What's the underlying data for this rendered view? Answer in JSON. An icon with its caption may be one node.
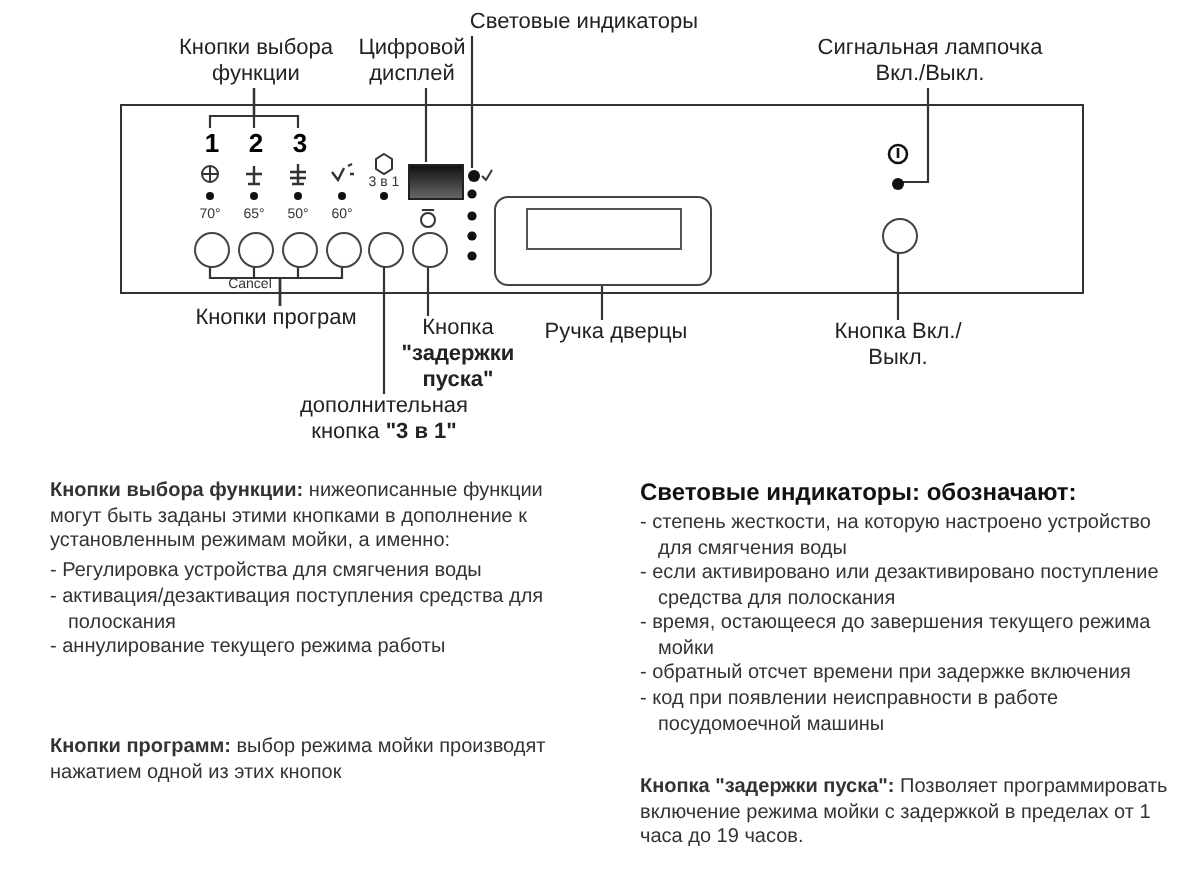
{
  "diagram": {
    "nodes": [
      {
        "text": [],
        "shape": "box"
      },
      {
        "text": [
          "Кнопки выбора функции"
        ]
      },
      {
        "text": [
          "Цифровой дисплей"
        ]
      },
      {
        "text": [
          "Световые индикаторы"
        ]
      },
      {
        "text": [
          "Сигнальная лампочка Вкл./Выкл."
        ]
      },
      {
        "text": [
          "1"
        ],
        "in": 0
      },
      {
        "text": [
          "2"
        ],
        "in": 0
      },
      {
        "text": [
          "3"
        ],
        "in": 0
      },
      {
        "text": [],
        "shape": "box",
        "in": 0
      },
      {
        "text": [],
        "shape": "circle",
        "in": 0
      },
      {
        "text": [],
        "shape": "circle",
        "in": 0
      },
      {
        "text": [],
        "shape": "box",
        "in": 0
      },
      {
        "text": [],
        "shape": "circle",
        "in": 0
      },
      {
        "text": [],
        "shape": "circle",
        "in": 0
      },
      {
        "text": [],
        "shape": "circle",
        "in": 0
      },
      {
        "text": [],
        "shape": "circle",
        "in": 0
      },
      {
        "text": [],
        "shape": "circle",
        "in": 0
      },
      {
        "text": [],
        "shape": "circle",
        "in": 0
      },
      {
        "text": [],
        "shape": "circle",
        "in": 0
      },
      {
        "text": [
          "Кнопки програм"
        ]
      },
      {
        "text": [
          "Кнопка **\"задержки пуска\"**"
        ]
      },
      {
        "text": [
          "Ручка дверцы"
        ]
      },
      {
        "text": [
          "дополнительная кнопка **\"3 в 1\"**"
        ]
      },
      {
        "text": [
          "Кнопка Вкл./Выкл."
        ]
      }
    ],
    "edges": [
      {
        "from": 1,
        "to": 5,
        "arrow": "none"
      },
      {
        "from": 1,
        "to": 6,
        "arrow": "none"
      },
      {
        "from": 1,
        "to": 7,
        "arrow": "none"
      },
      {
        "from": 2,
        "to": 8,
        "arrow": "none"
      },
      {
        "from": 3,
        "to": 9,
        "arrow": "none"
      },
      {
        "from": 4,
        "to": 10,
        "arrow": "none"
      },
      {
        "from": 19,
        "to": 12,
        "arrow": "none"
      },
      {
        "from": 19,
        "to": 13,
        "arrow": "none"
      },
      {
        "from": 19,
        "to": 14,
        "arrow": "none"
      },
      {
        "from": 19,
        "to": 15,
        "arrow": "none"
      },
      {
        "from": 20,
        "to": 17,
        "arrow": "none"
      },
      {
        "from": 21,
        "to": 11,
        "arrow": "none"
      },
      {
        "from": 22,
        "to": 16,
        "arrow": "none"
      },
      {
        "from": 23,
        "to": 18,
        "arrow": "none"
      }
    ],
    "labels": [
      "70°",
      "65°",
      "50°",
      "60°",
      "3 в 1",
      "Cancel",
      "**Кнопки выбора функции:** нижеописанные функции могут быть заданы этими кнопками в дополнение к установленным режимам мойки, а именно:",
      "- Регулировка устройства для смягчения воды",
      "- активация/дезактивация поступления средства для полоскания",
      "- аннулирование текущего режима работы",
      "**Кнопки программ:** выбор режима мойки производят нажатием одной из этих кнопок",
      "Световые индикаторы: обозначают:",
      "- степень жесткости, на которую настроено устройство для смягчения воды",
      "- если активировано или дезактивировано поступление средства для полоскания",
      "- время, остающееся до завершения текущего режима мойки",
      "- обратный отсчет времени при задержке включения",
      "- код при появлении неисправности в работе посудомоечной машины",
      "**Кнопка \"задержки пуска\":** Позволяет программировать включение режима мойки с задержкой в пределах от 1 часа до 19 часов."
    ]
  }
}
